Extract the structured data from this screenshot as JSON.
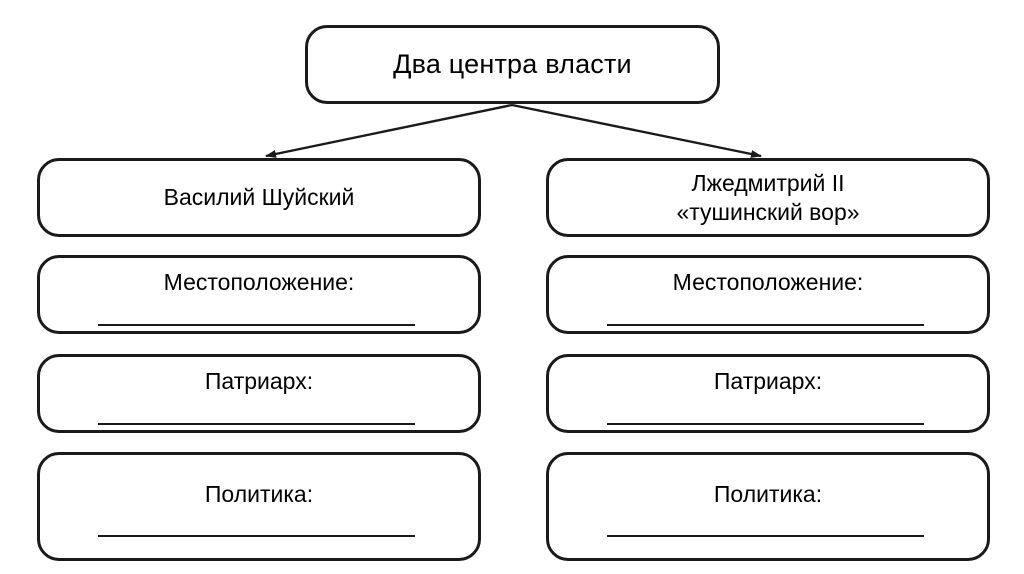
{
  "diagram": {
    "title": "Два центра власти",
    "branches": [
      {
        "name": "Василий Шуйский",
        "fields": [
          {
            "label": "Местоположение:",
            "value": ""
          },
          {
            "label": "Патриарх:",
            "value": ""
          },
          {
            "label": "Политика:",
            "value": ""
          }
        ]
      },
      {
        "name": "Лжедмитрий II\n«тушинский вор»",
        "fields": [
          {
            "label": "Местоположение:",
            "value": ""
          },
          {
            "label": "Патриарх:",
            "value": ""
          },
          {
            "label": "Политика:",
            "value": ""
          }
        ]
      }
    ],
    "colors": {
      "stroke": "#1a1a1a",
      "background": "#ffffff",
      "text": "#000000"
    }
  }
}
